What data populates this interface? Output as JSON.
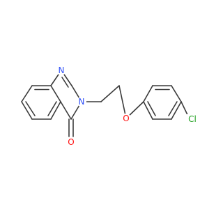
{
  "colors": {
    "background": "#ffffff",
    "bond": "#3a3a3a",
    "nitrogen": "#3050f8",
    "oxygen": "#ff0d0d",
    "chlorine": "#1fa01f"
  },
  "atoms": {
    "n1": "N",
    "n3": "N",
    "o_carbonyl": "O",
    "o_ether": "O",
    "cl": "Cl"
  }
}
